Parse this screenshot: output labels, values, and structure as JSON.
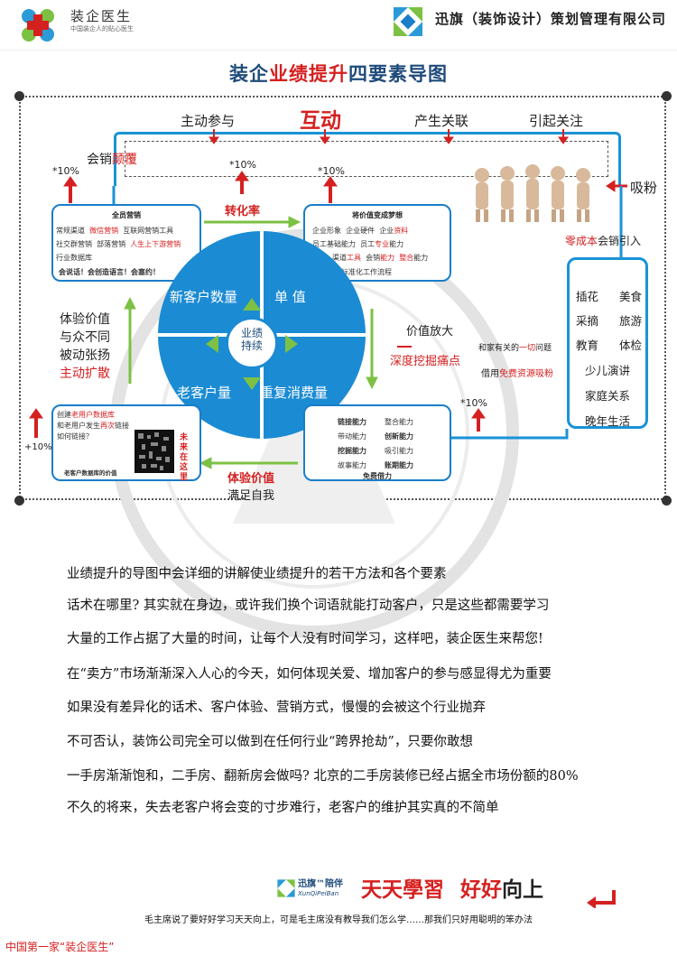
{
  "header": {
    "brand_name": "装企医生",
    "brand_slogan": "中国装企人的贴心医生",
    "company_name": "迅旗（装饰设计）策划管理有限公司"
  },
  "diagram": {
    "title_part1": "装企",
    "title_part2": "业绩提升",
    "title_part3": "四要素",
    "title_part4": "导图",
    "top_labels": {
      "participate": "主动参与",
      "interact": "互动",
      "relate": "产生关联",
      "attention": "引起关注"
    },
    "huixiao": "会销",
    "dianfu": "颠覆",
    "pct_a": "*10%",
    "pct_b": "*10%",
    "pct_c": "*10%",
    "pct_d": "*10%",
    "pct_e": "+10%",
    "xifen": "吸粉",
    "zhuanhualv": "转化率",
    "lingchengben_prefix": "零成本",
    "lingchengben_suffix": "会销引入",
    "box_marketing": {
      "title": "全员营销",
      "r1a": "常规渠道",
      "r1b": "微信营销",
      "r1c": "互联网营销工具",
      "r2a": "社交群营销",
      "r2b": "部落营销",
      "r2c": "人生上下游营销",
      "r3": "行业数据库",
      "r4": "会说话！会创造语言！会塞约！"
    },
    "box_dream": {
      "title": "将价值变成梦想",
      "r1a": "企业形象",
      "r1b": "企业硬件",
      "r1c_pre": "企业",
      "r1c": "资料",
      "r2a": "员工基础能力",
      "r2b_pre": "员工",
      "r2b": "专业",
      "r2b_post": "能力",
      "r3a_pre": "渠道",
      "r3a": "工具",
      "r3b_pre": "会销",
      "r3b": "能力",
      "r3c_pre": "整合",
      "r3c": "能力",
      "r4": "标准化工作流程"
    },
    "circle": {
      "q1": "新客户数量",
      "q2": "单    值",
      "q3": "老客户量",
      "q4": "重复消费量",
      "center_line1": "业绩",
      "center_line2": "持续"
    },
    "left_labels": {
      "l1": "体验价值",
      "l2": "与众不同",
      "l3": "被动张扬",
      "l4": "主动扩散"
    },
    "value_amp": "价值放大",
    "deep_dig": "深度挖掘痛点",
    "related_pre": "和家有关的",
    "related_red": "一切",
    "related_post": "问题",
    "borrow_pre": "借用",
    "borrow_red": "免费资源",
    "borrow_post": "吸粉",
    "interests": [
      "插花",
      "美食",
      "采摘",
      "旅游",
      "教育",
      "体检",
      "少儿演讲",
      "家庭关系",
      "晚年生活"
    ],
    "box_old": {
      "l1_pre": "创建",
      "l1_red": "老用户数据库",
      "l2_pre": "和老用户发生",
      "l2_red": "再次",
      "l2_post": "链接",
      "l3": "如何链接？",
      "db_value": "老客户数据库的价值",
      "vertical": "未来在这里"
    },
    "box_ability": {
      "c1": [
        "链接能力",
        "带动能力",
        "挖掘能力",
        "故事能力"
      ],
      "c2": [
        "整合能力",
        "创新能力",
        "吸引能力",
        "账期能力"
      ],
      "c3": "免费借力"
    },
    "tiyan": "体验价值",
    "manzu": "满足自我"
  },
  "paragraphs": [
    "业绩提升的导图中会详细的讲解使业绩提升的若干方法和各个要素",
    "话术在哪里? 其实就在身边，或许我们换个词语就能打动客户，只是这些都需要学习",
    "大量的工作占据了大量的时间，让每个人没有时间学习，这样吧，装企医生来帮您!",
    "在“卖方”市场渐渐深入人心的今天，如何体现关爱、增加客户的参与感显得尤为重要",
    "如果没有差异化的话术、客户体验、营销方式，慢慢的会被这个行业抛弃",
    "不可否认，装饰公司完全可以做到在任何行业“跨界抢劫”，只要你敢想",
    "一手房渐渐饱和，二手房、翻新房会做吗? 北京的二手房装修已经占据全市场份额的80%",
    "不久的将来，失去老客户将会变的寸步难行，老客户的维护其实真的不简单"
  ],
  "footer": {
    "brand": "迅旗™陪伴",
    "brand_en": "XunQiPeiBan",
    "slogan1": "天天學習",
    "slogan2_red": "好好",
    "slogan2": "向上",
    "quote": "毛主席说了要好好学习天天向上，可是毛主席没有教导我们怎么学……那我们只好用聪明的笨办法",
    "tag": "中国第一家“装企医生”"
  },
  "colors": {
    "blue": "#1a93d6",
    "red": "#d52020",
    "green": "#7cc143",
    "navy": "#1f4b7a"
  }
}
